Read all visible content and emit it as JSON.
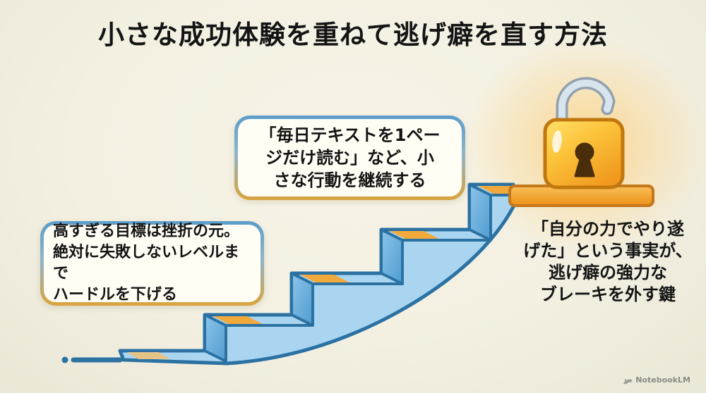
{
  "title": "小さな成功体験を重ねて逃げ癖を直す方法",
  "callouts": {
    "lower_goal": {
      "lines": [
        "高すぎる目標は挫折の元。",
        "絶対に失敗しないレベルまで",
        "ハードルを下げる"
      ]
    },
    "small_action": {
      "lines": [
        "「毎日テキストを1ペー",
        "ジだけ読む」など、小",
        "さな行動を継続する"
      ]
    }
  },
  "note": {
    "lines": [
      "「自分の力でやり遂",
      "げた」という事実が、",
      "逃げ癖の強力な",
      "ブレーキを外す鍵"
    ]
  },
  "watermark": {
    "label": "NotebookLM"
  },
  "icons": {
    "padlock": "open-padlock-icon",
    "watermark_logo": "notebooklm-logo-icon"
  },
  "palette": {
    "background": "#f3f0e2",
    "stair_fill": "#aad5f0",
    "stair_outline": "#2b72a3",
    "riser_fill": "#66aedd",
    "step_highlight_orange": "#f2a93c",
    "step_highlight_pale": "#e4c387",
    "platform_orange": "#f09c2a",
    "platform_border": "#c4771b",
    "lock_gold": "#f7b733",
    "lock_border": "#c0770f",
    "keyhole_brown": "#4a2d0a",
    "shackle_fill": "#d8e4ee",
    "shackle_outline": "#93a1ae",
    "glow": "#ffc457",
    "box_border_top": "#5b9dca",
    "box_border_bottom": "#d9a43c",
    "text": "#141414",
    "watermark_gray": "#8b8b82"
  }
}
